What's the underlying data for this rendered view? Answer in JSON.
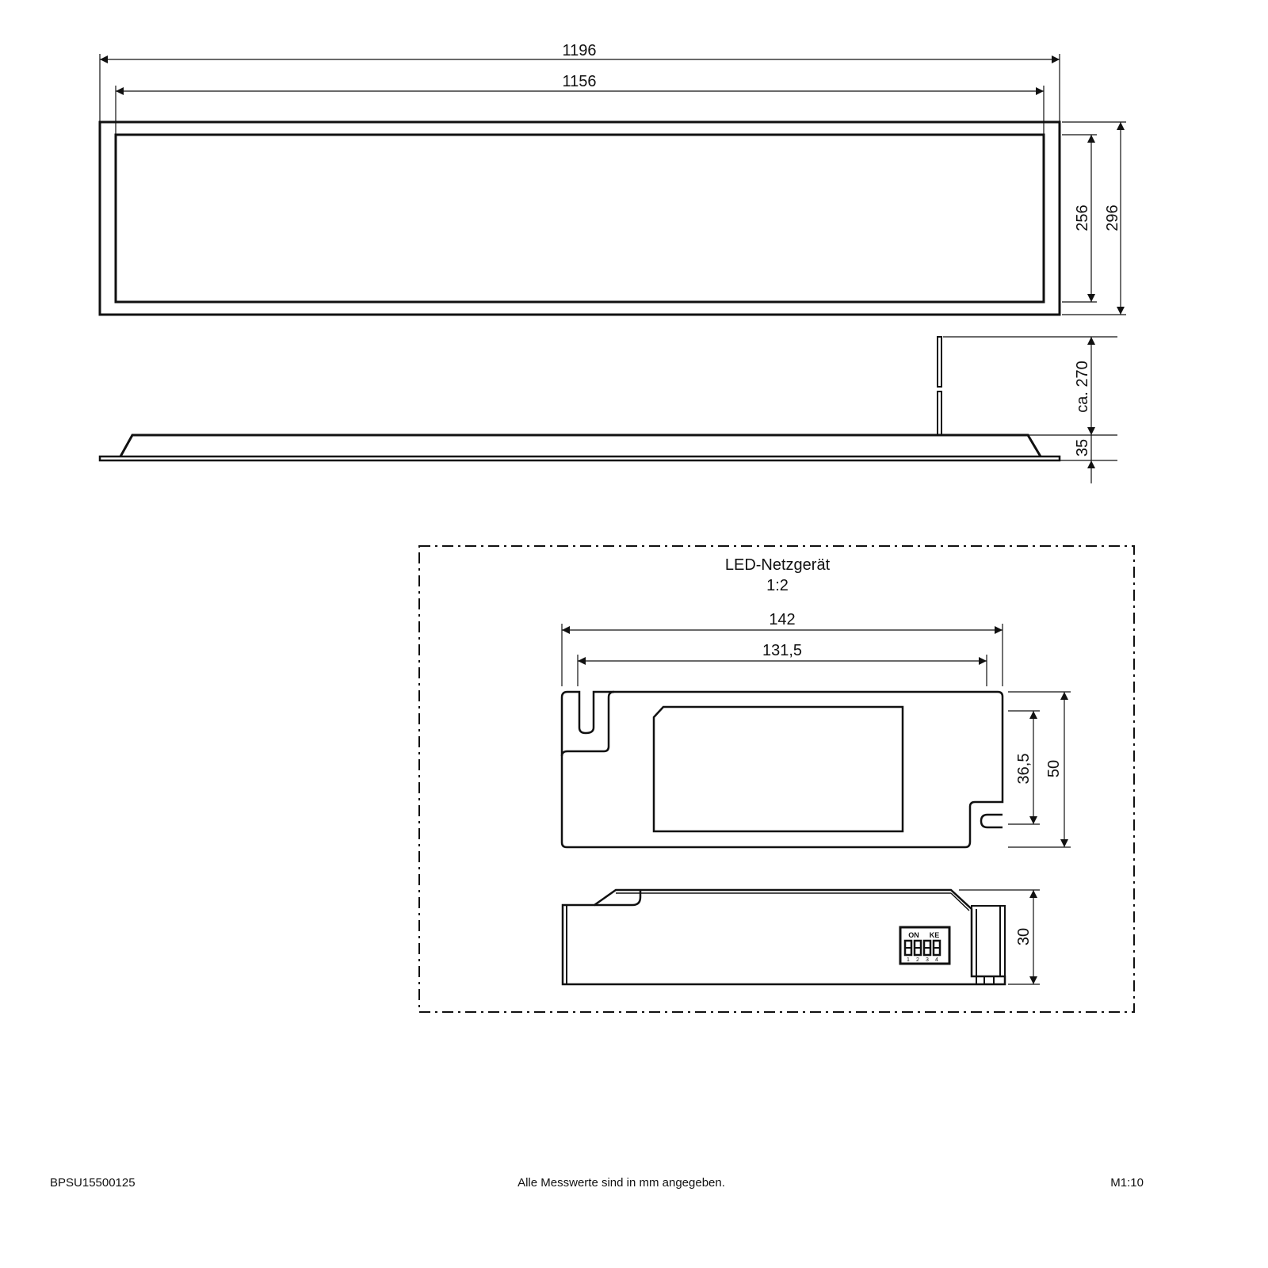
{
  "drawing": {
    "luminaire": {
      "dimensions": {
        "overall_length": "1196",
        "inner_length": "1156",
        "inner_width": "256",
        "overall_width": "296",
        "suspension_height": "ca. 270",
        "height": "35"
      }
    },
    "driver": {
      "title": "LED-Netzgerät",
      "scale": "1:2",
      "dimensions": {
        "length": "142",
        "mount_spacing": "131,5",
        "mount_width": "36,5",
        "width": "50",
        "height": "30"
      },
      "dip_switch": {
        "label_on": "ON",
        "label_ke": "KE",
        "positions": [
          "1",
          "2",
          "3",
          "4"
        ]
      }
    }
  },
  "footer": {
    "article_number": "BPSU15500125",
    "note": "Alle Messwerte sind in mm angegeben.",
    "scale": "M1:10"
  }
}
